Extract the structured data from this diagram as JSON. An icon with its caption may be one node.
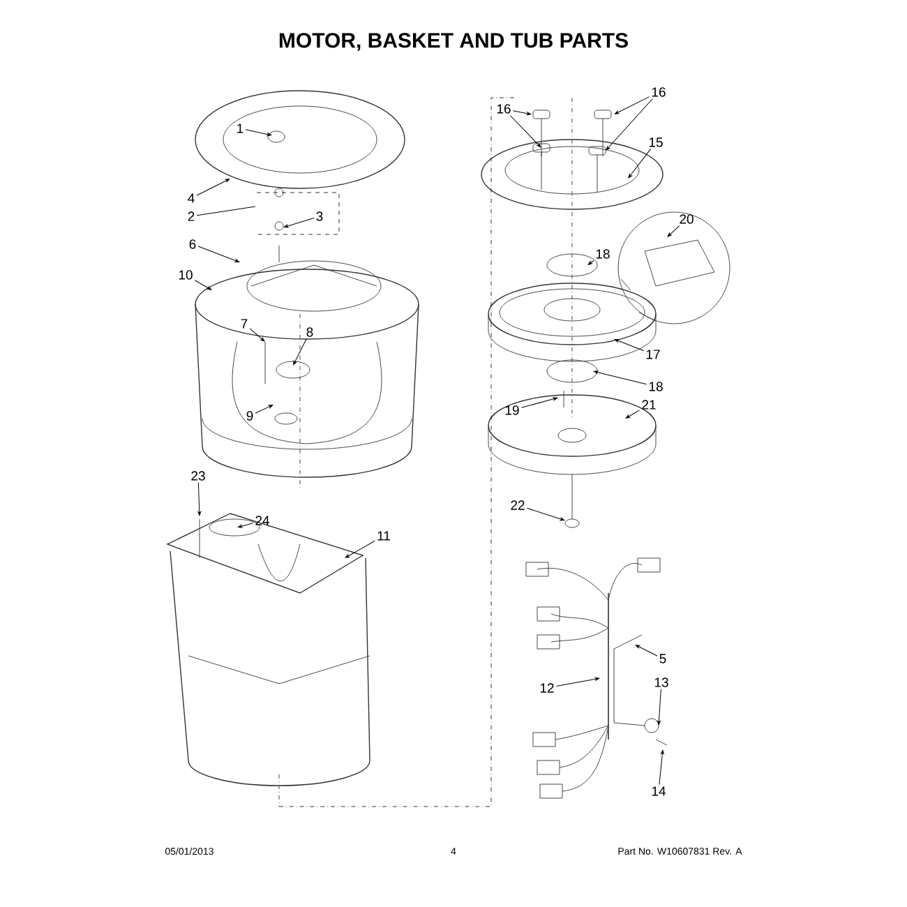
{
  "diagram": {
    "title": "MOTOR, BASKET AND TUB PARTS",
    "nodes": [
      {
        "text": [
          "1"
        ]
      },
      {
        "text": [
          "4"
        ]
      },
      {
        "text": [
          "2"
        ]
      },
      {
        "text": [
          "3"
        ]
      },
      {
        "text": [
          "6"
        ]
      },
      {
        "text": [
          "10"
        ]
      },
      {
        "text": [
          "7"
        ]
      },
      {
        "text": [
          "8"
        ]
      },
      {
        "text": [
          "9"
        ]
      },
      {
        "text": [
          "23"
        ]
      },
      {
        "text": [
          "24"
        ]
      },
      {
        "text": [
          "11"
        ]
      },
      {
        "text": [
          "16"
        ]
      },
      {
        "text": [
          "16"
        ]
      },
      {
        "text": [
          "15"
        ]
      },
      {
        "text": [
          "18"
        ]
      },
      {
        "text": [
          "20"
        ]
      },
      {
        "text": [
          "17"
        ]
      },
      {
        "text": [
          "18"
        ]
      },
      {
        "text": [
          "19"
        ]
      },
      {
        "text": [
          "21"
        ]
      },
      {
        "text": [
          "22"
        ]
      },
      {
        "text": [
          "5"
        ]
      },
      {
        "text": [
          "12"
        ]
      },
      {
        "text": [
          "13"
        ]
      },
      {
        "text": [
          "14"
        ]
      }
    ],
    "edges": [
      {
        "from": 0,
        "to": null,
        "arrow": "to"
      },
      {
        "from": 1,
        "to": null,
        "arrow": "to"
      },
      {
        "from": 2,
        "to": null,
        "arrow": "none"
      },
      {
        "from": 3,
        "to": null,
        "arrow": "to"
      },
      {
        "from": 4,
        "to": null,
        "arrow": "to"
      },
      {
        "from": 5,
        "to": null,
        "arrow": "to"
      },
      {
        "from": 6,
        "to": null,
        "arrow": "to"
      },
      {
        "from": 7,
        "to": null,
        "arrow": "to"
      },
      {
        "from": 8,
        "to": null,
        "arrow": "to"
      },
      {
        "from": 9,
        "to": null,
        "arrow": "to"
      },
      {
        "from": 10,
        "to": null,
        "arrow": "to"
      },
      {
        "from": 11,
        "to": null,
        "arrow": "to"
      },
      {
        "from": 12,
        "to": null,
        "arrow": "to"
      },
      {
        "from": 12,
        "to": null,
        "arrow": "to"
      },
      {
        "from": 13,
        "to": null,
        "arrow": "to"
      },
      {
        "from": 13,
        "to": null,
        "arrow": "to"
      },
      {
        "from": 14,
        "to": null,
        "arrow": "to"
      },
      {
        "from": 15,
        "to": null,
        "arrow": "to"
      },
      {
        "from": 16,
        "to": null,
        "arrow": "to"
      },
      {
        "from": 17,
        "to": null,
        "arrow": "to"
      },
      {
        "from": 18,
        "to": null,
        "arrow": "to"
      },
      {
        "from": 19,
        "to": null,
        "arrow": "to"
      },
      {
        "from": 20,
        "to": null,
        "arrow": "to"
      },
      {
        "from": 21,
        "to": null,
        "arrow": "to"
      },
      {
        "from": 22,
        "to": null,
        "arrow": "to"
      },
      {
        "from": 23,
        "to": null,
        "arrow": "to"
      },
      {
        "from": 24,
        "to": null,
        "arrow": "to"
      },
      {
        "from": 25,
        "to": null,
        "arrow": "to"
      }
    ],
    "labels": [
      "05/01/2013",
      "4",
      "Part No. W10607831 Rev. A"
    ]
  }
}
